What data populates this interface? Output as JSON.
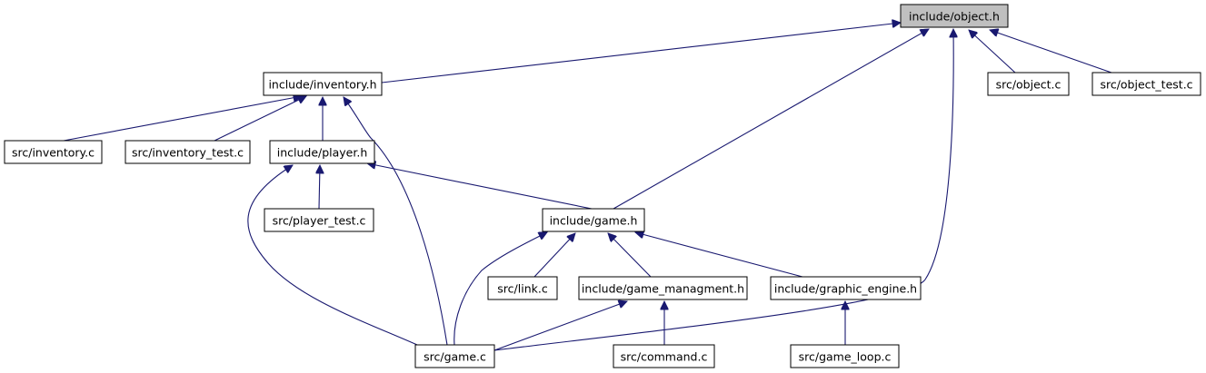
{
  "colors": {
    "edge": "#191970",
    "root_fill": "#bfbfbf",
    "node_fill": "#ffffff",
    "node_border": "#000000"
  },
  "nodes": [
    {
      "id": "object_h",
      "label": "include/object.h"
    },
    {
      "id": "inventory_h",
      "label": "include/inventory.h"
    },
    {
      "id": "object_c",
      "label": "src/object.c"
    },
    {
      "id": "object_test_c",
      "label": "src/object_test.c"
    },
    {
      "id": "inventory_c",
      "label": "src/inventory.c"
    },
    {
      "id": "inventory_test_c",
      "label": "src/inventory_test.c"
    },
    {
      "id": "player_h",
      "label": "include/player.h"
    },
    {
      "id": "player_test_c",
      "label": "src/player_test.c"
    },
    {
      "id": "game_h",
      "label": "include/game.h"
    },
    {
      "id": "link_c",
      "label": "src/link.c"
    },
    {
      "id": "game_managment_h",
      "label": "include/game_managment.h"
    },
    {
      "id": "graphic_engine_h",
      "label": "include/graphic_engine.h"
    },
    {
      "id": "game_c",
      "label": "src/game.c"
    },
    {
      "id": "command_c",
      "label": "src/command.c"
    },
    {
      "id": "game_loop_c",
      "label": "src/game_loop.c"
    }
  ],
  "edges": [
    {
      "from": "inventory_h",
      "to": "object_h"
    },
    {
      "from": "game_h",
      "to": "object_h"
    },
    {
      "from": "game_c",
      "to": "object_h"
    },
    {
      "from": "object_c",
      "to": "object_h"
    },
    {
      "from": "object_test_c",
      "to": "object_h"
    },
    {
      "from": "inventory_c",
      "to": "inventory_h"
    },
    {
      "from": "inventory_test_c",
      "to": "inventory_h"
    },
    {
      "from": "player_h",
      "to": "inventory_h"
    },
    {
      "from": "game_c",
      "to": "inventory_h"
    },
    {
      "from": "player_test_c",
      "to": "player_h"
    },
    {
      "from": "game_h",
      "to": "player_h"
    },
    {
      "from": "game_c",
      "to": "player_h"
    },
    {
      "from": "game_c",
      "to": "game_h"
    },
    {
      "from": "link_c",
      "to": "game_h"
    },
    {
      "from": "game_managment_h",
      "to": "game_h"
    },
    {
      "from": "graphic_engine_h",
      "to": "game_h"
    },
    {
      "from": "game_c",
      "to": "game_managment_h"
    },
    {
      "from": "command_c",
      "to": "game_managment_h"
    },
    {
      "from": "game_loop_c",
      "to": "graphic_engine_h"
    }
  ]
}
